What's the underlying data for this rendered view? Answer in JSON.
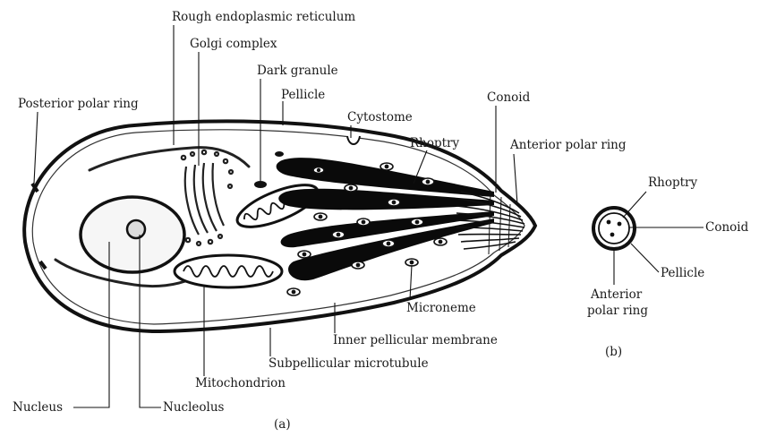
{
  "labels": {
    "rough_er": "Rough endoplasmic reticulum",
    "golgi": "Golgi complex",
    "dark_granule": "Dark granule",
    "pellicle": "Pellicle",
    "posterior_ring": "Posterior polar ring",
    "cytostome": "Cytostome",
    "conoid": "Conoid",
    "rhoptry": "Rhoptry",
    "anterior_ring": "Anterior polar ring",
    "microneme": "Microneme",
    "inner_membrane": "Inner pellicular membrane",
    "subpellicular": "Subpellicular microtubule",
    "mitochondrion": "Mitochondrion",
    "nucleus": "Nucleus",
    "nucleolus": "Nucleolus",
    "panel_a": "(a)"
  },
  "inset_labels": {
    "rhoptry": "Rhoptry",
    "conoid": "Conoid",
    "pellicle": "Pellicle",
    "anterior_line1": "Anterior",
    "anterior_line2": "polar ring",
    "panel_b": "(b)"
  }
}
